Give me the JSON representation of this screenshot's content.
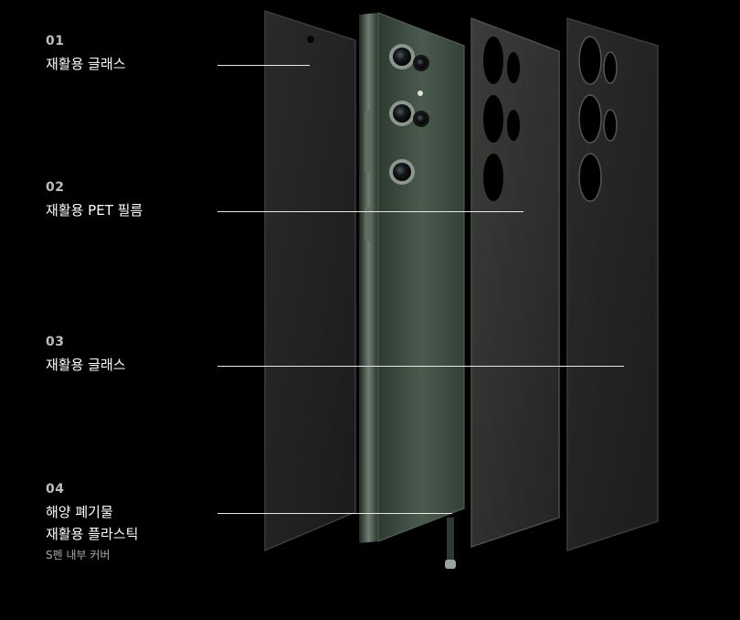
{
  "layers": [
    {
      "number": "01",
      "lines": [
        "재활용 글래스"
      ]
    },
    {
      "number": "02",
      "lines": [
        "재활용 PET 필름"
      ]
    },
    {
      "number": "03",
      "lines": [
        "재활용 글래스"
      ]
    },
    {
      "number": "04",
      "lines": [
        "해양 폐기물",
        "재활용 플라스틱"
      ],
      "note": "S펜 내부 커버"
    }
  ],
  "colors": {
    "background": "#000000",
    "phone_body": "#3b4a3f",
    "panel": "#262626",
    "leader_line": "#e8e8e8"
  }
}
